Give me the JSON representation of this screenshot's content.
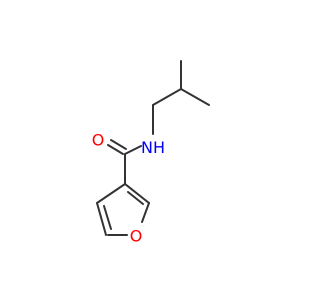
{
  "molecule": {
    "atoms": [
      {
        "id": "O-carbonyl",
        "symbol": "O",
        "color": "#ff0000"
      },
      {
        "id": "N-amide",
        "symbol": "N",
        "suffix": "H",
        "color": "#0000ff"
      },
      {
        "id": "O-furan",
        "symbol": "O",
        "color": "#ff0000"
      }
    ],
    "bond_color": "#333333"
  }
}
